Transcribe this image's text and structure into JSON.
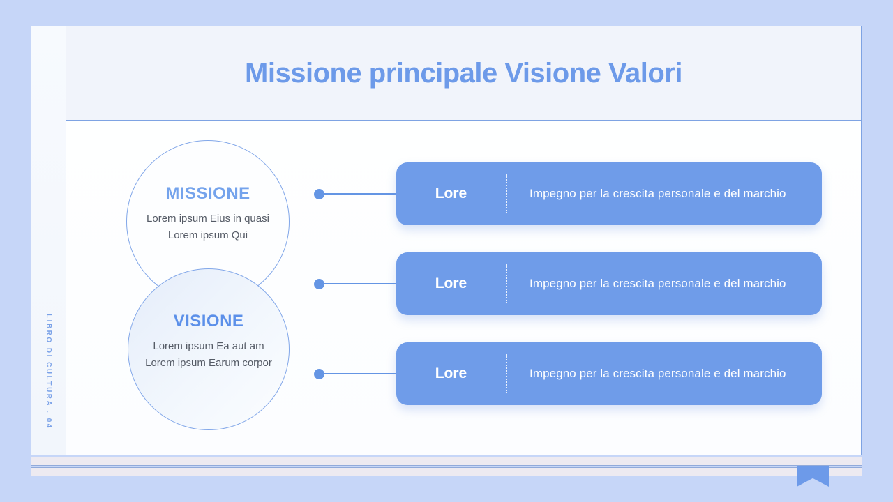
{
  "slide": {
    "title": "Missione principale Visione Valori",
    "spine_label": "LIBRO DI CULTURA . 04",
    "circles": [
      {
        "heading": "MISSIONE",
        "line1": "Lorem ipsum Eius in quasi",
        "line2": "Lorem ipsum Qui"
      },
      {
        "heading": "VISIONE",
        "line1": "Lorem ipsum Ea aut am",
        "line2": "Lorem ipsum Earum corpor"
      }
    ],
    "cards": [
      {
        "label": "Lore",
        "description": "Impegno per la crescita personale e del marchio"
      },
      {
        "label": "Lore",
        "description": "Impegno per la crescita personale e del marchio"
      },
      {
        "label": "Lore",
        "description": "Impegno per la crescita personale e del marchio"
      }
    ]
  },
  "colors": {
    "bg": "#c6d6f8",
    "accent": "#6d9ae9",
    "card": "#6f9ce9",
    "border": "#7ea3e3",
    "title_band": "#f1f4fb",
    "heading_missione": "#74a3ec",
    "heading_visione": "#5c90e9",
    "body_text": "#555b66",
    "page_strip": "#edeaf1",
    "connector": "#6495e4"
  }
}
